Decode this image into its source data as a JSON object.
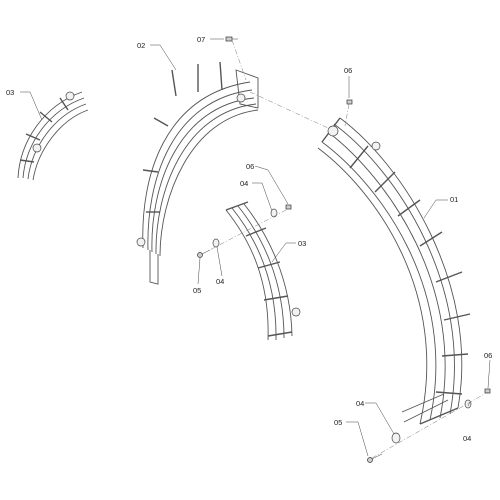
{
  "callouts": {
    "c1": "03",
    "c2": "02",
    "c3": "07",
    "c4": "06",
    "c5": "01",
    "c6": "06",
    "c7": "04",
    "c8": "03",
    "c9": "05",
    "c10": "04",
    "c11": "06",
    "c12": "04",
    "c13": "05",
    "c14": "04"
  }
}
